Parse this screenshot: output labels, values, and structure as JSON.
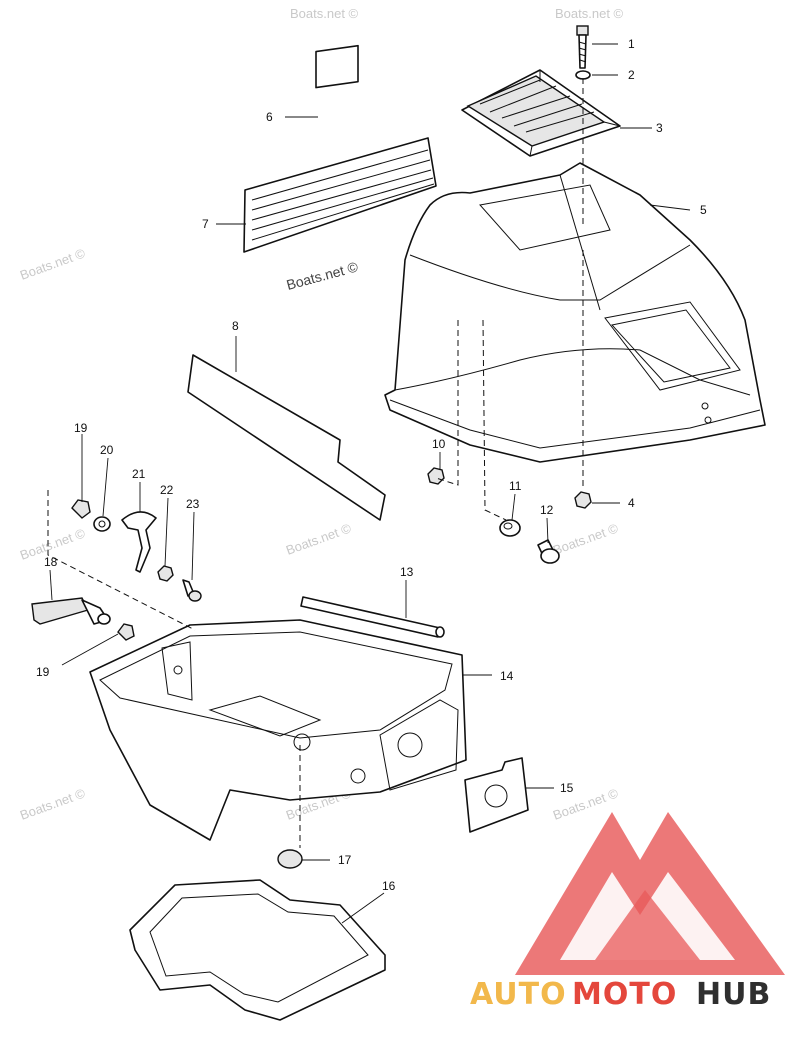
{
  "watermark": {
    "text": "Boats.net ©"
  },
  "callouts": [
    {
      "id": "1",
      "label": "1"
    },
    {
      "id": "2",
      "label": "2"
    },
    {
      "id": "3",
      "label": "3"
    },
    {
      "id": "4",
      "label": "4"
    },
    {
      "id": "5",
      "label": "5"
    },
    {
      "id": "6",
      "label": "6"
    },
    {
      "id": "7",
      "label": "7"
    },
    {
      "id": "8",
      "label": "8"
    },
    {
      "id": "10",
      "label": "10"
    },
    {
      "id": "11",
      "label": "11"
    },
    {
      "id": "12",
      "label": "12"
    },
    {
      "id": "13",
      "label": "13"
    },
    {
      "id": "14",
      "label": "14"
    },
    {
      "id": "15",
      "label": "15"
    },
    {
      "id": "16",
      "label": "16"
    },
    {
      "id": "17",
      "label": "17"
    },
    {
      "id": "18",
      "label": "18"
    },
    {
      "id": "19a",
      "label": "19"
    },
    {
      "id": "19b",
      "label": "19"
    },
    {
      "id": "20",
      "label": "20"
    },
    {
      "id": "21",
      "label": "21"
    },
    {
      "id": "22",
      "label": "22"
    },
    {
      "id": "23",
      "label": "23"
    }
  ],
  "logo": {
    "part1": "AUTO",
    "part2": "MOTO",
    "part3": "HUB",
    "colors": {
      "auto": "#f2b84b",
      "moto": "#e4473c",
      "hub": "#2f2f2f",
      "triangle": "#e85a5a"
    }
  }
}
